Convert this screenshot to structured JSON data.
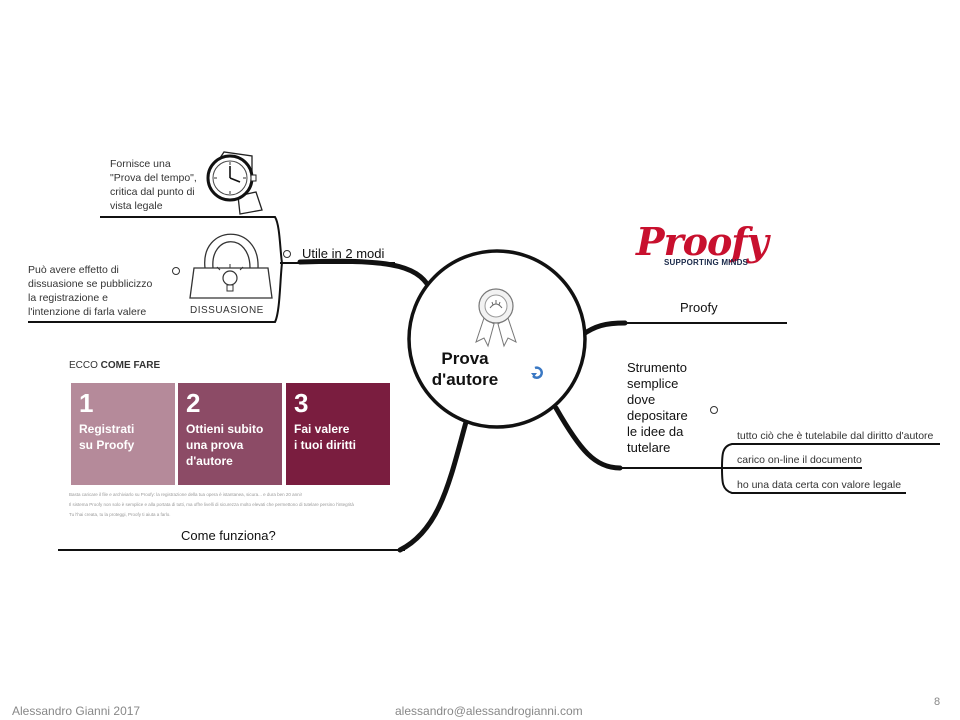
{
  "center": {
    "title_line1": "Prova",
    "title_line2": "d'autore"
  },
  "branches": {
    "utile": {
      "label": "Utile in 2 modi",
      "note1": [
        "Fornisce una",
        "\"Prova del tempo\",",
        "critica dal punto di",
        "vista legale"
      ],
      "note2": [
        "Può avere effetto di",
        "dissuasione se pubblicizzo",
        "la registrazione e",
        "l'intenzione di farla valere"
      ],
      "dissuasione_caption": "DISSUASIONE"
    },
    "proofy": {
      "label": "Proofy",
      "logo_text": "Proofy",
      "logo_tagline": "SUPPORTING MINDS"
    },
    "strumento": {
      "label": [
        "Strumento",
        "semplice",
        "dove",
        "depositare",
        "le idee da",
        "tutelare"
      ],
      "subitems": [
        "tutto ciò che è tutelabile dal diritto d'autore",
        "carico on-line il documento",
        "ho una data certa con valore legale"
      ]
    },
    "come": {
      "label": "Come funziona?",
      "header_light": "ECCO ",
      "header_bold": "COME FARE",
      "steps": [
        {
          "num": "1",
          "lines": [
            "Registrati",
            "su Proofy"
          ]
        },
        {
          "num": "2",
          "lines": [
            "Ottieni subito",
            "una prova",
            "d'autore"
          ]
        },
        {
          "num": "3",
          "lines": [
            "Fai valere",
            "i tuoi diritti"
          ]
        }
      ],
      "fine_print": [
        "Basta caricare il file e archiviarlo su Proofy: la registrazione della tua opera è istantanea, sicura... e dura ben 20 anni!",
        "Il sistema Proofy non solo è semplice e alla portata di tutti, ma offre livelli di sicurezza molto elevati che permettono di tutelare persino l'integrità",
        "Tu l'hai creata, tu la proteggi, Proofy ti aiuta a farlo."
      ]
    }
  },
  "footer": {
    "author": "Alessandro Gianni 2017",
    "email": "alessandro@alessandrogianni.com",
    "page_number": "8"
  },
  "colors": {
    "step1": "#b58a9a",
    "step2": "#8c4b66",
    "step3": "#7a1d3f",
    "proofy_red": "#c8102e"
  }
}
